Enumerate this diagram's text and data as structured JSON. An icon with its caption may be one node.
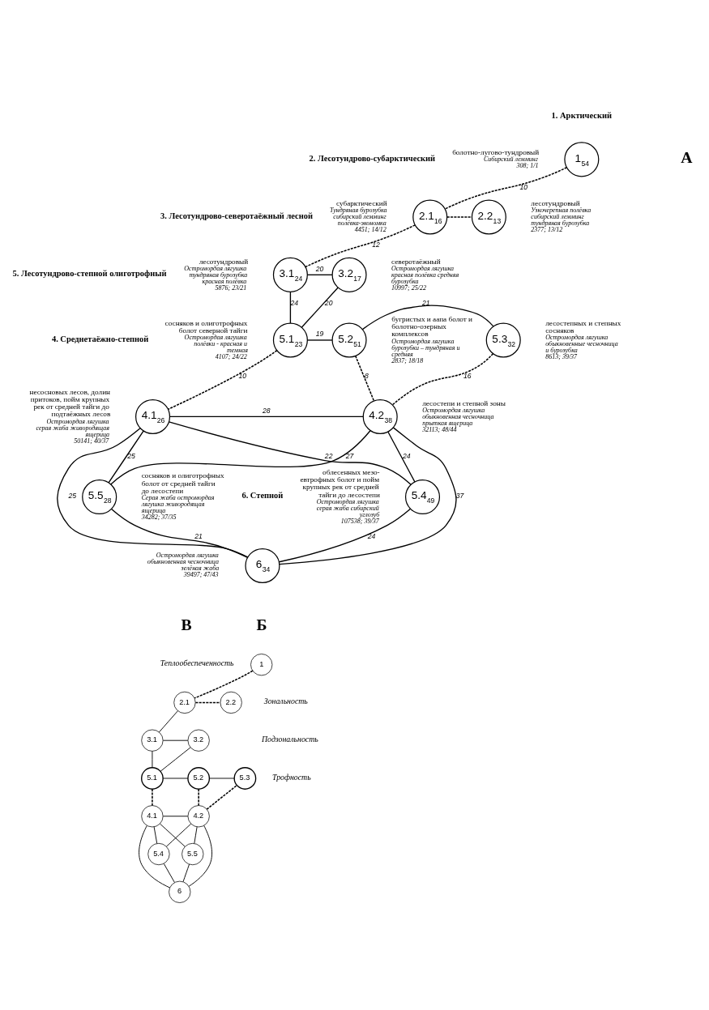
{
  "diagram": {
    "nodes": [
      {
        "text": [
          "1$_{54}$"
        ],
        "beside": [
          "болотно-лугово-тундровый",
          "Сибирский лемминг",
          "308; 1/1"
        ]
      },
      {
        "text": [
          "2.1$_{16}$"
        ],
        "beside": [
          "субарктический",
          "Тундряная бурозубка сибирский лемминг полёвка-экономка",
          "4451; 14/12"
        ]
      },
      {
        "text": [
          "2.2$_{13}$"
        ],
        "beside": [
          "лесотундровый",
          "Узкочерепная полёвка сибирский лемминг тундряная бурозубка",
          "2377; 13/12"
        ]
      },
      {
        "text": [
          "3.1$_{24}$"
        ],
        "beside": [
          "лесотундровый",
          "Остромордая лягушка тундряная бурозубка красная полёвка",
          "5876; 23/21"
        ]
      },
      {
        "text": [
          "3.2$_{17}$"
        ],
        "beside": [
          "северотаёжный",
          "Остромордая лягушка красная полёвка средняя бурозубка",
          "10997; 25/22"
        ]
      },
      {
        "text": [
          "5.1$_{23}$"
        ],
        "beside": [
          "сосняков и олиготрофных болот северной тайги",
          "Остромордая лягушка полёвки - красная и темная",
          "4107; 24/22"
        ]
      },
      {
        "text": [
          "5.2$_{51}$"
        ],
        "beside": [
          "бугристых и аапа болот и болотно-озерных комплексов",
          "Остромордая лягушка бурозубки – тундряная и средняя",
          "2837; 18/18"
        ]
      },
      {
        "text": [
          "5.3$_{32}$"
        ],
        "beside": [
          "лесостепных и степных сосняков",
          "Остромордая лягушка обыкновенные чесночница и бурозубка",
          "8613; 39/37"
        ]
      },
      {
        "text": [
          "4.1$_{26}$"
        ],
        "beside": [
          "несосновых лесов, долин притоков, пойм крупных рек от средней тайги до подтаёжных лесов",
          "Остромордая лягушка серая жаба живородящая ящерица",
          "50141; 40/37"
        ]
      },
      {
        "text": [
          "4.2$_{38}$"
        ],
        "beside": [
          "лесостепи и степной зоны",
          "Остромордая лягушка обыкновенная чесночница прыткая ящерица",
          "32113; 48/44"
        ]
      },
      {
        "text": [
          "5.4$_{49}$"
        ],
        "beside": [
          "облесенных мезо-евтрофных болот и пойм крупных рек от средней тайги до лесостепи",
          "Остромордая лягушка серая жаба сибирский углозуб",
          "107538; 39/37"
        ]
      },
      {
        "text": [
          "5.5$_{28}$"
        ],
        "beside": [
          "сосняков и олиготрофных болот от средней тайги до лесостепи",
          "Серая жаба остромордая лягушка живородящая ящерица",
          "34282; 37/35"
        ]
      },
      {
        "text": [
          "6$_{34}$"
        ],
        "beside": [
          "Остромордая лягушка обыкновенная чесночница зелёная жаба",
          "39497; 47/43"
        ]
      },
      {
        "text": [
          "1"
        ]
      },
      {
        "text": [
          "2.1"
        ]
      },
      {
        "text": [
          "2.2"
        ]
      },
      {
        "text": [
          "3.1"
        ]
      },
      {
        "text": [
          "3.2"
        ]
      },
      {
        "text": [
          "4.1"
        ]
      },
      {
        "text": [
          "4.2"
        ]
      },
      {
        "text": [
          "5.1"
        ]
      },
      {
        "text": [
          "5.2"
        ]
      },
      {
        "text": [
          "5.3"
        ]
      },
      {
        "text": [
          "5.4"
        ]
      },
      {
        "text": [
          "5.5"
        ]
      },
      {
        "text": [
          "6"
        ]
      }
    ],
    "edges": [
      {
        "from": 0,
        "to": 1,
        "arrow": "none",
        "style": "dashed",
        "label": "10"
      },
      {
        "from": 1,
        "to": 2,
        "arrow": "none",
        "style": "dashed"
      },
      {
        "from": 1,
        "to": 3,
        "arrow": "none",
        "style": "dashed",
        "label": "12"
      },
      {
        "from": 3,
        "to": 4,
        "arrow": "none",
        "label": "20"
      },
      {
        "from": 3,
        "to": 5,
        "arrow": "none",
        "label": "24"
      },
      {
        "from": 4,
        "to": 5,
        "arrow": "none",
        "label": "20"
      },
      {
        "from": 5,
        "to": 6,
        "arrow": "none",
        "label": "19"
      },
      {
        "from": 6,
        "to": 7,
        "arrow": "none",
        "label": "21"
      },
      {
        "from": 5,
        "to": 8,
        "arrow": "none",
        "style": "dashed",
        "label": "10"
      },
      {
        "from": 6,
        "to": 9,
        "arrow": "none",
        "style": "dashed",
        "label": "8"
      },
      {
        "from": 7,
        "to": 9,
        "arrow": "none",
        "style": "dashed",
        "label": "16"
      },
      {
        "from": 8,
        "to": 9,
        "arrow": "none",
        "label": "28"
      },
      {
        "from": 8,
        "to": 10,
        "arrow": "none",
        "label": "22"
      },
      {
        "from": 8,
        "to": 11,
        "arrow": "none",
        "label": "25"
      },
      {
        "from": 8,
        "to": 12,
        "arrow": "none",
        "label": "25"
      },
      {
        "from": 9,
        "to": 10,
        "arrow": "none",
        "label": "24"
      },
      {
        "from": 9,
        "to": 11,
        "arrow": "none",
        "label": "27"
      },
      {
        "from": 9,
        "to": 12,
        "arrow": "none",
        "label": "37"
      },
      {
        "from": 10,
        "to": 12,
        "arrow": "none",
        "label": "24"
      },
      {
        "from": 11,
        "to": 12,
        "arrow": "none",
        "label": "21"
      },
      {
        "from": 13,
        "to": 14,
        "arrow": "none",
        "style": "dashed"
      },
      {
        "from": 14,
        "to": 15,
        "arrow": "none",
        "style": "dashed"
      },
      {
        "from": 14,
        "to": 16,
        "arrow": "none"
      },
      {
        "from": 16,
        "to": 17,
        "arrow": "none"
      },
      {
        "from": 16,
        "to": 20,
        "arrow": "none"
      },
      {
        "from": 17,
        "to": 20,
        "arrow": "none"
      },
      {
        "from": 20,
        "to": 18,
        "arrow": "none",
        "style": "dashed"
      },
      {
        "from": 18,
        "to": 19,
        "arrow": "none"
      },
      {
        "from": 20,
        "to": 21,
        "arrow": "none"
      },
      {
        "from": 21,
        "to": 22,
        "arrow": "none"
      },
      {
        "from": 21,
        "to": 19,
        "arrow": "none",
        "style": "dashed"
      },
      {
        "from": 19,
        "to": 22,
        "arrow": "none",
        "style": "dashed"
      },
      {
        "from": 18,
        "to": 23,
        "arrow": "none"
      },
      {
        "from": 18,
        "to": 25,
        "arrow": "none"
      },
      {
        "from": 18,
        "to": 24,
        "arrow": "none"
      },
      {
        "from": 19,
        "to": 23,
        "arrow": "none"
      },
      {
        "from": 19,
        "to": 25,
        "arrow": "none"
      },
      {
        "from": 19,
        "to": 24,
        "arrow": "none"
      },
      {
        "from": 23,
        "to": 25,
        "arrow": "none"
      },
      {
        "from": 24,
        "to": 25,
        "arrow": "none"
      }
    ],
    "labels": [
      "1. Арктический",
      "А",
      "2. Лесотундрово-субарктический",
      "3. Лесотундрово-северотаёжный лесной",
      "5. Лесотундрово-степной олиготрофный",
      "4. Среднетаёжно-степной",
      "Б",
      "6. Степной",
      "В",
      "Теплообеспеченность",
      "Зональность",
      "Подзональность",
      "Трофность"
    ]
  }
}
